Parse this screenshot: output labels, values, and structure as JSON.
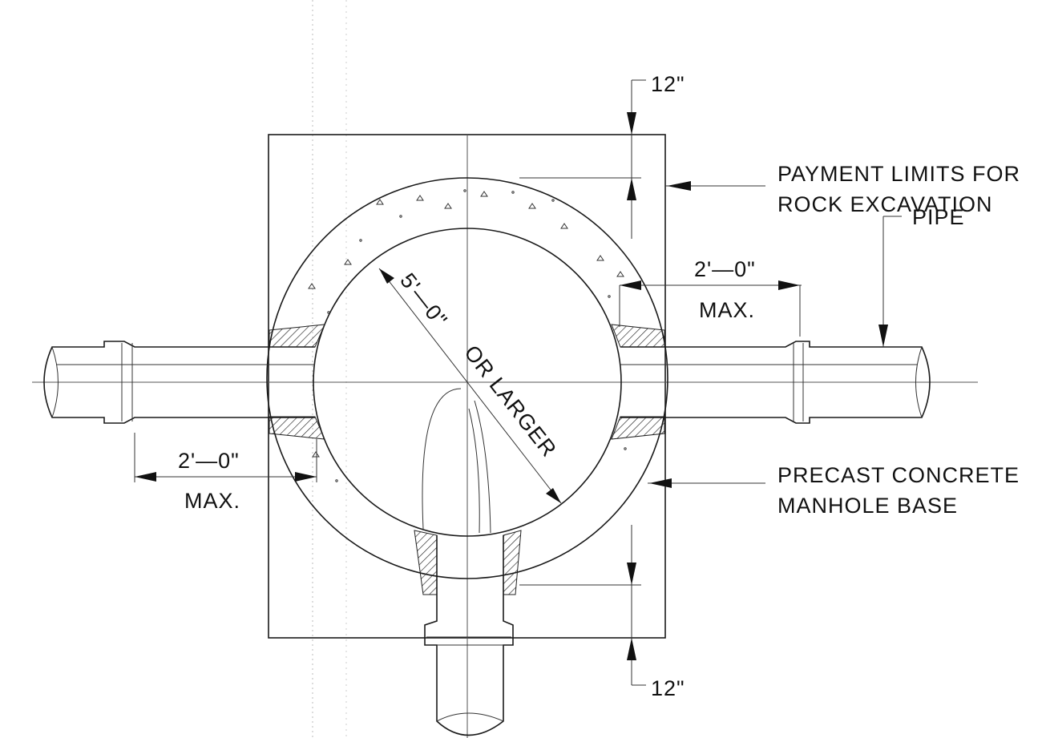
{
  "labels": {
    "top_dim": "12\"",
    "bottom_dim": "12\"",
    "payment_line1": "PAYMENT LIMITS FOR",
    "payment_line2": "ROCK EXCAVATION",
    "pipe": "PIPE",
    "right_dim": "2'—0\"",
    "right_max": "MAX.",
    "left_dim": "2'—0\"",
    "left_max": "MAX.",
    "precast_line1": "PRECAST CONCRETE",
    "precast_line2": "MANHOLE BASE",
    "diameter_a": "5'—0\"",
    "diameter_b": "OR LARGER"
  },
  "colors": {
    "ink": "#111111",
    "paper": "#ffffff"
  }
}
